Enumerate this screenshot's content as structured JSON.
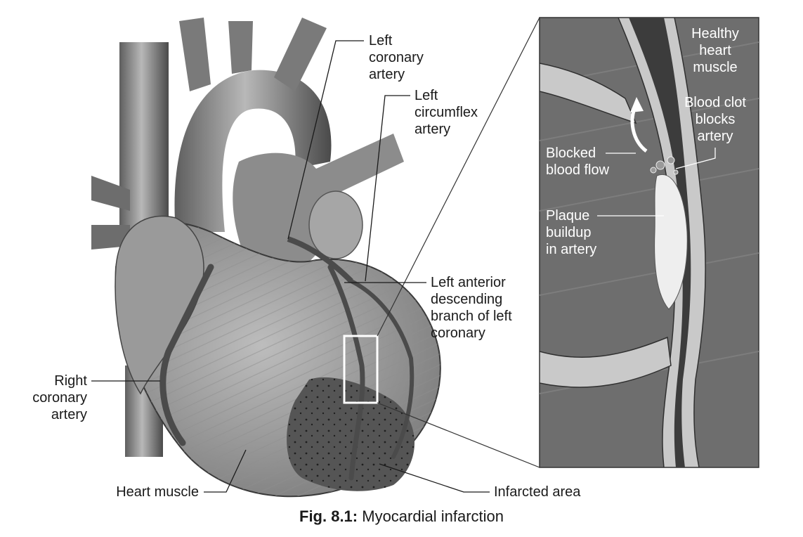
{
  "labels": {
    "left_coronary": [
      "Left",
      "coronary",
      "artery"
    ],
    "left_circumflex": [
      "Left",
      "circumflex",
      "artery"
    ],
    "lad": [
      "Left anterior",
      "descending",
      "branch of left",
      "coronary"
    ],
    "right_coronary": [
      "Right",
      "coronary",
      "artery"
    ],
    "heart_muscle": "Heart muscle",
    "infarcted_area": "Infarcted area",
    "healthy_muscle": [
      "Healthy",
      "heart",
      "muscle"
    ],
    "blood_clot": [
      "Blood clot",
      "blocks",
      "artery"
    ],
    "blocked_flow": [
      "Blocked",
      "blood flow"
    ],
    "plaque": [
      "Plaque",
      "buildup",
      "in artery"
    ]
  },
  "caption": {
    "number": "Fig. 8.1:",
    "title": "Myocardial infarction"
  }
}
